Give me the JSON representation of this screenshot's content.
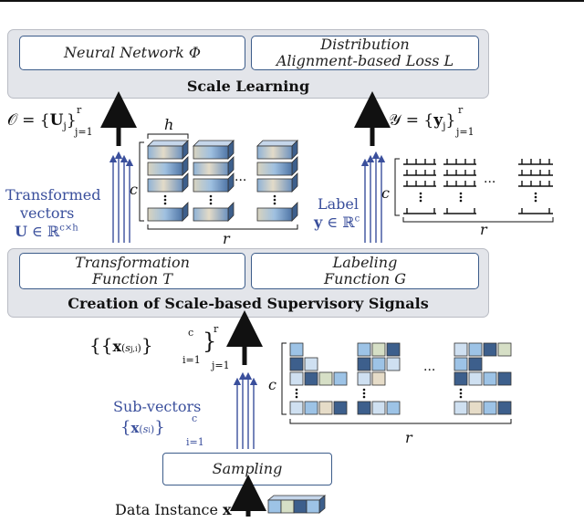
{
  "scale_learning": {
    "title": "Scale Learning",
    "network_label": "Neural Network  Φ",
    "loss_label_line1": "Distribution",
    "loss_label_line2": "Alignment-based Loss  L"
  },
  "outputs": {
    "o_prefix": "𝒪 = {",
    "o_var": "U",
    "o_sub": "j",
    "o_sup": "r",
    "o_lower": "j=1",
    "y_prefix": "𝒴 = {",
    "y_var": "y",
    "y_sub": "j",
    "y_sup": "r",
    "y_lower": "j=1"
  },
  "transformed": {
    "line1": "Transformed",
    "line2": "vectors",
    "line3_var": "U",
    "line3_rest": " ∈ ℝ",
    "line3_sup": "c×h",
    "h_label": "h",
    "c_label": "c",
    "r_label": "r",
    "ellipsis": "···"
  },
  "label": {
    "line1": "Label",
    "line2_var": "y",
    "line2_rest": " ∈ ℝ",
    "line2_sup": "c",
    "c_label": "c",
    "r_label": "r",
    "ellipsis": "···"
  },
  "creation": {
    "title": "Creation of Scale-based Supervisory Signals",
    "transform_line1": "Transformation",
    "transform_line2": "Function T",
    "labeling_line1": "Labeling",
    "labeling_line2": "Function G"
  },
  "middle_formula": {
    "open": "{{",
    "var": "x",
    "sub": "(𝑠",
    "subsub": "j,i",
    "close_sub": ")",
    "inner_close": "}",
    "inner_sup": "c",
    "inner_lower": "i=1",
    "outer_close": "}",
    "outer_sup": "r",
    "outer_lower": "j=1"
  },
  "subvectors": {
    "line1": "Sub-vectors",
    "open": "{",
    "var": "x",
    "sub": "(𝑠",
    "subsub": "i",
    "close_sub": ")",
    "close": "}",
    "sup": "c",
    "lower": "i=1",
    "c_label": "c",
    "r_label": "r",
    "ellipsis": "···"
  },
  "sampling": {
    "label": "Sampling"
  },
  "data_instance": {
    "text": "Data Instance ",
    "var": "x"
  },
  "colors": {
    "cube_dark": "#3d5f8c",
    "cube_blue": "#9dc3e6",
    "cube_light": "#cfe0f1",
    "cube_green": "#d6dfc6",
    "cube_tan": "#e6dcc8",
    "arrow_blue": "#3a4f9c",
    "panel_bg": "#e3e5ea",
    "box_border": "#3c5c8a"
  }
}
